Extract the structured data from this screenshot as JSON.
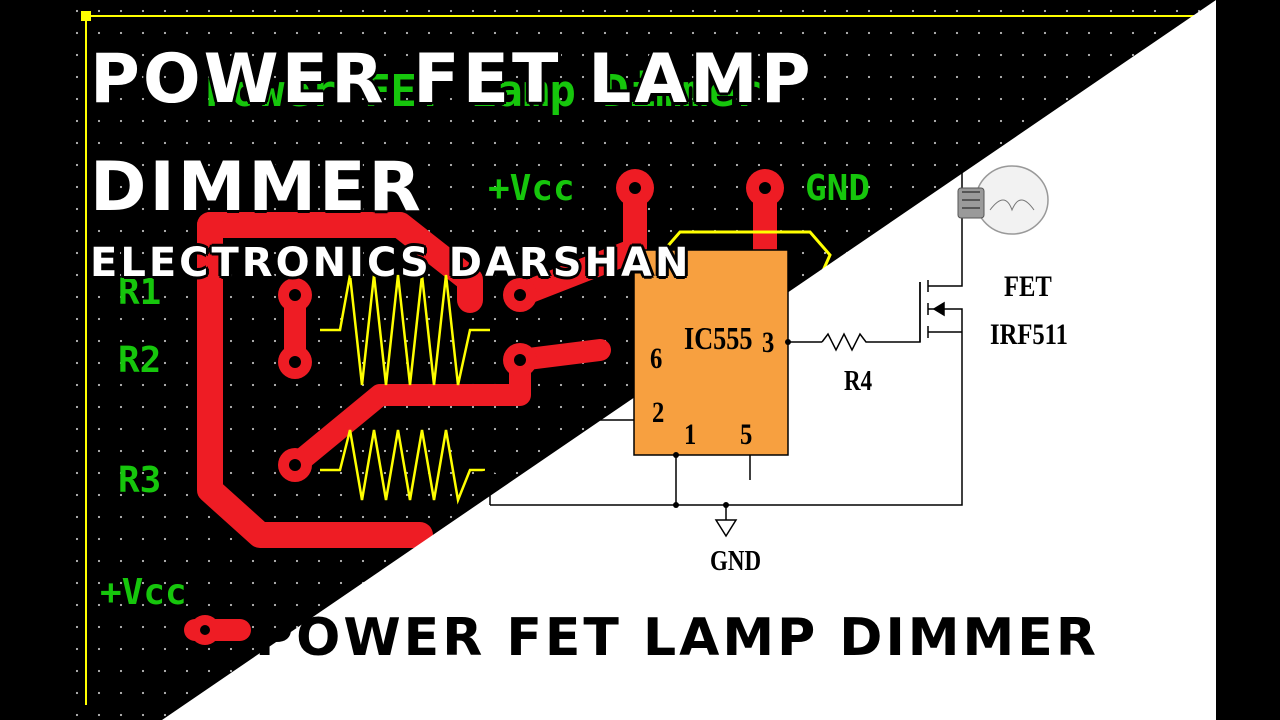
{
  "headline": {
    "title_line1": "POWER FET LAMP",
    "title_line2": "DIMMER",
    "channel": "ELECTRONICS DARSHAN"
  },
  "pcb": {
    "board_title": "Power FET Lamp Dimmer",
    "vcc_label": "+Vcc",
    "gnd_label": "GND",
    "r1_label": "R1",
    "r2_label": "R2",
    "r3_label": "R3",
    "vcc_bottom_label": "+Vcc"
  },
  "schematic": {
    "ic_label": "IC555",
    "pin3": "3",
    "pin6": "6",
    "pin2": "2",
    "pin1": "1",
    "pin5": "5",
    "r4_label": "R4",
    "fet_label": "FET",
    "fet_part": "IRF511",
    "gnd_label": "GND",
    "cap_plus": "+"
  },
  "footer": {
    "title": "POWER FET LAMP DIMMER"
  },
  "colors": {
    "pcb_background": "#000000",
    "trace_red": "#ee1c24",
    "silkscreen_green": "#16c60c",
    "resistor_yellow": "#ffff00",
    "ic_orange": "#f7a040",
    "schematic_background": "#ffffff"
  }
}
